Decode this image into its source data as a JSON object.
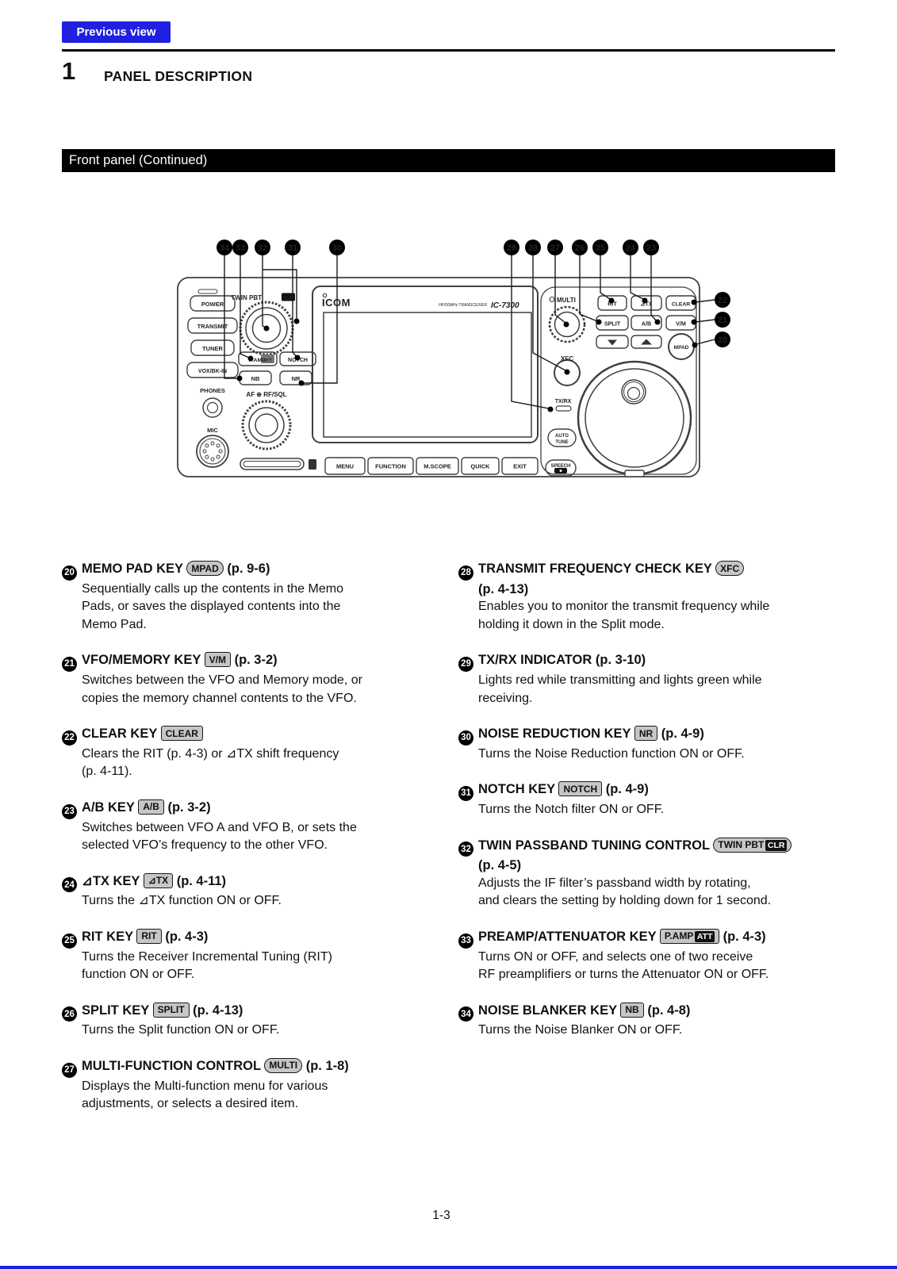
{
  "page": {
    "previous_view": "Previous view",
    "chapter_number": "1",
    "chapter_title": "PANEL DESCRIPTION",
    "section_title": "Front panel (Continued)",
    "page_number": "1-3"
  },
  "diagram": {
    "brand": "ICOM",
    "model_prefix": "HF/50MHz TRANSCEIVER",
    "model": "IC-7300",
    "labels": {
      "power": "POWER",
      "transmit": "TRANSMIT",
      "tuner": "TUNER",
      "vox": "VOX/BK-IN",
      "phones": "PHONES",
      "mic": "MIC",
      "twin_pbt": "TWIN PBT",
      "clr": "CLR",
      "pamp": "P.AMP",
      "att": "ATT",
      "notch": "NOTCH",
      "nb": "NB",
      "nr": "NR",
      "af_rf": "AF ⊕ RF/SQL",
      "menu": "MENU",
      "function": "FUNCTION",
      "mscope": "M.SCOPE",
      "quick": "QUICK",
      "exit": "EXIT",
      "speech": "SPEECH",
      "multi": "MULTI",
      "xfc": "XFC",
      "txrx": "TX/RX",
      "auto": "AUTO",
      "tune": "TUNE",
      "rit": "RIT",
      "dtx": "⊿TX",
      "clear": "CLEAR",
      "split": "SPLIT",
      "ab": "A/B",
      "vm": "V/M",
      "mpad": "MPAD"
    },
    "callouts": {
      "c20": "20",
      "c21": "21",
      "c22": "22",
      "c23": "23",
      "c24": "24",
      "c25": "25",
      "c26": "26",
      "c27": "27",
      "c28": "28",
      "c29": "29",
      "c30": "30",
      "c31": "31",
      "c32": "32",
      "c33": "33",
      "c34": "34"
    }
  },
  "items": [
    {
      "num": "20",
      "column": "left",
      "title": [
        {
          "t": "MEMO PAD KEY "
        },
        {
          "shape": "oval",
          "badge": [
            {
              "t": "MPAD"
            }
          ]
        },
        {
          "t": " (p. 9-6)"
        }
      ],
      "desc": [
        "Sequentially calls up the contents in the Memo",
        "Pads, or saves the displayed contents into the",
        "Memo Pad."
      ]
    },
    {
      "num": "21",
      "column": "left",
      "title": [
        {
          "t": "VFO/MEMORY KEY "
        },
        {
          "shape": "rect",
          "badge": [
            {
              "t": "V/M"
            }
          ]
        },
        {
          "t": " (p. 3-2)"
        }
      ],
      "desc": [
        "Switches between the VFO and Memory mode, or",
        "copies the memory channel contents to the VFO."
      ]
    },
    {
      "num": "22",
      "column": "left",
      "title": [
        {
          "t": "CLEAR KEY "
        },
        {
          "shape": "rect",
          "badge": [
            {
              "t": "CLEAR"
            }
          ]
        }
      ],
      "desc": [
        "Clears the RIT (p. 4-3) or ⊿TX shift frequency",
        "(p. 4-11)."
      ]
    },
    {
      "num": "23",
      "column": "left",
      "title": [
        {
          "t": "A/B KEY "
        },
        {
          "shape": "rect",
          "badge": [
            {
              "t": "A/B"
            }
          ]
        },
        {
          "t": " (p. 3-2)"
        }
      ],
      "desc": [
        "Switches between VFO A and VFO B, or sets the",
        "selected VFO’s frequency to the other VFO."
      ]
    },
    {
      "num": "24",
      "column": "left",
      "title": [
        {
          "t": "⊿TX KEY "
        },
        {
          "shape": "rect",
          "badge": [
            {
              "t": "⊿TX"
            }
          ]
        },
        {
          "t": " (p. 4-11)"
        }
      ],
      "desc": [
        "Turns the ⊿TX function ON or OFF."
      ]
    },
    {
      "num": "25",
      "column": "left",
      "title": [
        {
          "t": "RIT KEY "
        },
        {
          "shape": "rect",
          "badge": [
            {
              "t": "RIT"
            }
          ]
        },
        {
          "t": " (p. 4-3)"
        }
      ],
      "desc": [
        "Turns the Receiver Incremental Tuning (RIT)",
        "function ON or OFF."
      ]
    },
    {
      "num": "26",
      "column": "left",
      "title": [
        {
          "t": "SPLIT KEY "
        },
        {
          "shape": "rect",
          "badge": [
            {
              "t": "SPLIT"
            }
          ]
        },
        {
          "t": " (p. 4-13)"
        }
      ],
      "desc": [
        "Turns the Split function ON or OFF."
      ]
    },
    {
      "num": "27",
      "column": "left",
      "title": [
        {
          "t": "MULTI-FUNCTION CONTROL "
        },
        {
          "shape": "oval",
          "badge": [
            {
              "t": "MULTI"
            }
          ]
        },
        {
          "t": " (p. 1-8)"
        }
      ],
      "desc": [
        "Displays the Multi-function menu for various",
        "adjustments, or selects a desired item."
      ]
    },
    {
      "num": "28",
      "column": "right",
      "title": [
        {
          "t": "TRANSMIT FREQUENCY CHECK KEY "
        },
        {
          "shape": "oval",
          "badge": [
            {
              "t": "XFC"
            }
          ]
        }
      ],
      "title_line2": "(p. 4-13)",
      "desc": [
        "Enables you to monitor the transmit frequency while",
        "holding it down in the Split mode."
      ]
    },
    {
      "num": "29",
      "column": "right",
      "title": [
        {
          "t": "TX/RX INDICATOR (p. 3-10)"
        }
      ],
      "desc": [
        "Lights red while transmitting and lights green while",
        "receiving."
      ]
    },
    {
      "num": "30",
      "column": "right",
      "title": [
        {
          "t": "NOISE REDUCTION KEY "
        },
        {
          "shape": "rect",
          "badge": [
            {
              "t": "NR"
            }
          ]
        },
        {
          "t": " (p. 4-9)"
        }
      ],
      "desc": [
        "Turns the Noise Reduction function ON or OFF."
      ]
    },
    {
      "num": "31",
      "column": "right",
      "title": [
        {
          "t": "NOTCH KEY "
        },
        {
          "shape": "rect",
          "badge": [
            {
              "t": "NOTCH"
            }
          ]
        },
        {
          "t": " (p. 4-9)"
        }
      ],
      "desc": [
        "Turns the Notch filter ON or OFF."
      ]
    },
    {
      "num": "32",
      "column": "right",
      "title": [
        {
          "t": "TWIN PASSBAND TUNING CONTROL "
        },
        {
          "shape": "oval",
          "badge": [
            {
              "t": "TWIN PBT"
            },
            {
              "t": "CLR",
              "inv": true
            }
          ]
        }
      ],
      "title_line2": "(p. 4-5)",
      "desc": [
        "Adjusts the IF filter’s passband width by rotating,",
        "and clears the setting by holding down for 1 second."
      ]
    },
    {
      "num": "33",
      "column": "right",
      "title": [
        {
          "t": "PREAMP/ATTENUATOR KEY "
        },
        {
          "shape": "rect",
          "badge": [
            {
              "t": "P.AMP"
            },
            {
              "t": "ATT",
              "inv": true
            }
          ]
        },
        {
          "t": " (p. 4-3)"
        }
      ],
      "desc": [
        "Turns ON or OFF, and selects one of two receive",
        "RF preamplifiers or turns the Attenuator ON or OFF."
      ]
    },
    {
      "num": "34",
      "column": "right",
      "title": [
        {
          "t": "NOISE BLANKER KEY "
        },
        {
          "shape": "rect",
          "badge": [
            {
              "t": "NB"
            }
          ]
        },
        {
          "t": " (p. 4-8)"
        }
      ],
      "desc": [
        "Turns the Noise Blanker ON or OFF."
      ]
    }
  ]
}
